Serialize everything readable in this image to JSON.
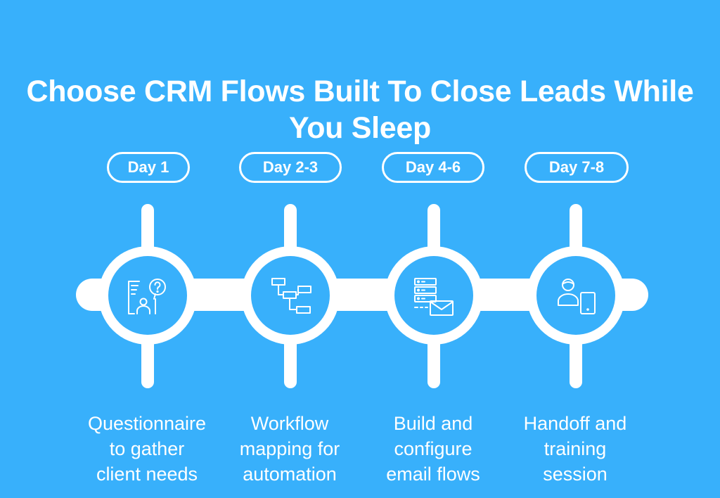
{
  "title": {
    "line1": "Choose CRM Flows Built To Close Leads While",
    "line2": "You Sleep"
  },
  "steps": [
    {
      "day": "Day 1",
      "icon": "questionnaire-icon",
      "desc_lines": [
        "Questionnaire",
        "to gather",
        "client needs"
      ]
    },
    {
      "day": "Day 2-3",
      "icon": "workflow-icon",
      "desc_lines": [
        "Workflow",
        "mapping for",
        "automation"
      ]
    },
    {
      "day": "Day 4-6",
      "icon": "server-email-icon",
      "desc_lines": [
        "Build and",
        "configure",
        "email flows"
      ]
    },
    {
      "day": "Day 7-8",
      "icon": "user-handoff-icon",
      "desc_lines": [
        "Handoff and",
        "training",
        "session"
      ]
    }
  ],
  "colors": {
    "background": "#38B0FB",
    "foreground": "#FFFFFF"
  }
}
